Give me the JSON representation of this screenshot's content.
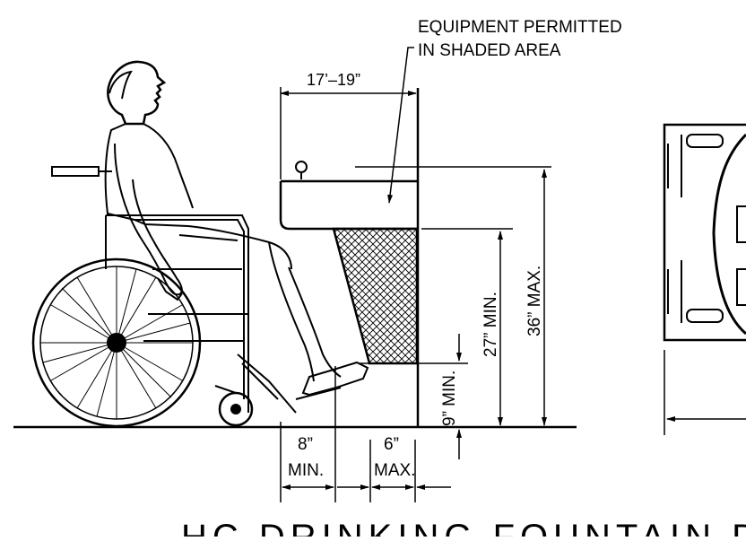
{
  "diagram": {
    "equipment_note": [
      "EQUIPMENT PERMITTED",
      "IN SHADED AREA"
    ],
    "dim_depth": "17’–19”",
    "dim_max_height": "36” MAX.",
    "dim_knee_clearance": "27” MIN.",
    "dim_toe_clearance": "9” MIN.",
    "dim_left_value": "8”",
    "dim_left_qualifier": "MIN.",
    "dim_right_value": "6”",
    "dim_right_qualifier": "MAX.",
    "title": "HC DRINKING FOUNTAIN DE"
  }
}
